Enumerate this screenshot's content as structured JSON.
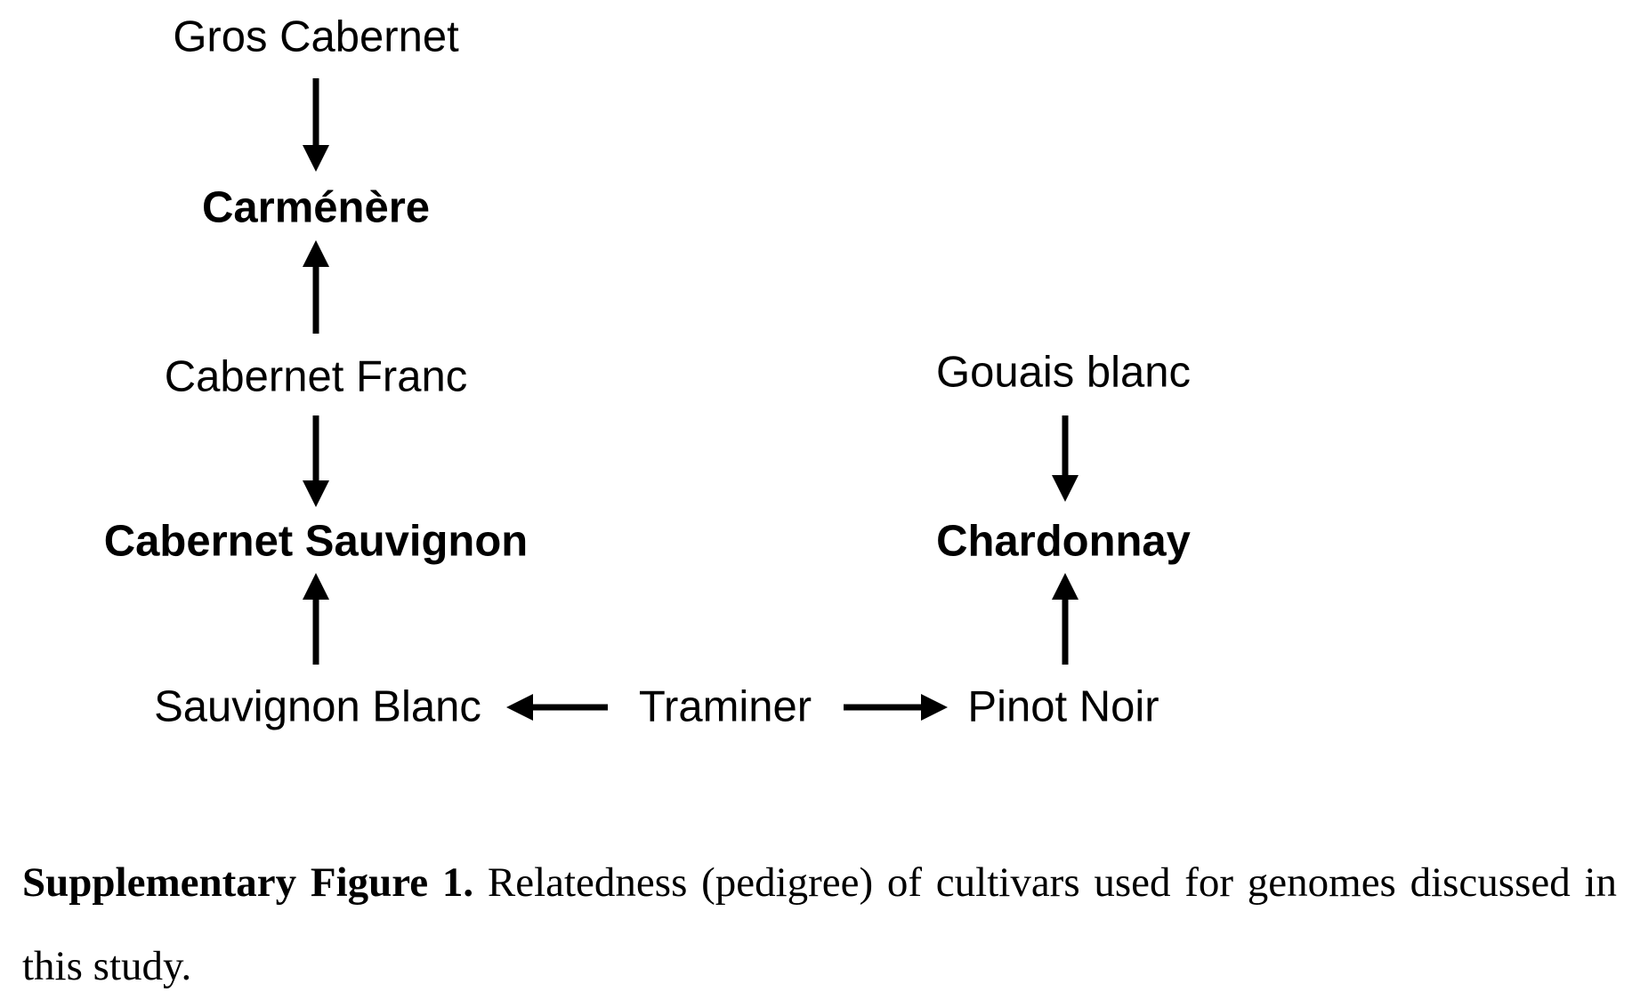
{
  "diagram": {
    "nodes": {
      "gros_cabernet": {
        "label": "Gros Cabernet",
        "bold": false
      },
      "carmenere": {
        "label": "Carménère",
        "bold": true
      },
      "cabernet_franc": {
        "label": "Cabernet Franc",
        "bold": false
      },
      "cabernet_sauvignon": {
        "label": "Cabernet Sauvignon",
        "bold": true
      },
      "sauvignon_blanc": {
        "label": "Sauvignon Blanc",
        "bold": false
      },
      "traminer": {
        "label": "Traminer",
        "bold": false
      },
      "pinot_noir": {
        "label": "Pinot Noir",
        "bold": false
      },
      "chardonnay": {
        "label": "Chardonnay",
        "bold": true
      },
      "gouais_blanc": {
        "label": "Gouais blanc",
        "bold": false
      }
    },
    "edges": [
      {
        "from": "gros_cabernet",
        "to": "carmenere"
      },
      {
        "from": "cabernet_franc",
        "to": "carmenere"
      },
      {
        "from": "cabernet_franc",
        "to": "cabernet_sauvignon"
      },
      {
        "from": "sauvignon_blanc",
        "to": "cabernet_sauvignon"
      },
      {
        "from": "traminer",
        "to": "sauvignon_blanc"
      },
      {
        "from": "traminer",
        "to": "pinot_noir"
      },
      {
        "from": "pinot_noir",
        "to": "chardonnay"
      },
      {
        "from": "gouais_blanc",
        "to": "chardonnay"
      }
    ]
  },
  "caption": {
    "label": "Supplementary Figure 1.",
    "text": " Relatedness (pedigree) of cultivars used for genomes discussed in this study."
  }
}
